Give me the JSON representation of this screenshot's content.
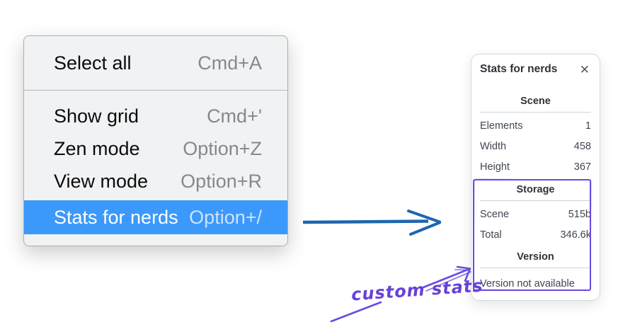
{
  "context_menu": {
    "items": [
      {
        "label": "Select all",
        "shortcut": "Cmd+A",
        "selected": false
      },
      {
        "label": "Show grid",
        "shortcut": "Cmd+'",
        "selected": false
      },
      {
        "label": "Zen mode",
        "shortcut": "Option+Z",
        "selected": false
      },
      {
        "label": "View mode",
        "shortcut": "Option+R",
        "selected": false
      },
      {
        "label": "Stats for nerds",
        "shortcut": "Option+/",
        "selected": true
      }
    ]
  },
  "stats_panel": {
    "title": "Stats for nerds",
    "sections": [
      {
        "heading": "Scene",
        "rows": [
          {
            "label": "Elements",
            "value": "1"
          },
          {
            "label": "Width",
            "value": "458"
          },
          {
            "label": "Height",
            "value": "367"
          }
        ]
      },
      {
        "heading": "Storage",
        "rows": [
          {
            "label": "Scene",
            "value": "515b"
          },
          {
            "label": "Total",
            "value": "346.6k"
          }
        ]
      },
      {
        "heading": "Version",
        "note": "Version not available"
      }
    ]
  },
  "annotation": {
    "label": "custom stats"
  },
  "icons": {
    "close": "✕"
  },
  "colors": {
    "menu_highlight": "#3b99fc",
    "main_arrow_blue": "#1d66ae",
    "annotation_purple": "#6741d9"
  }
}
